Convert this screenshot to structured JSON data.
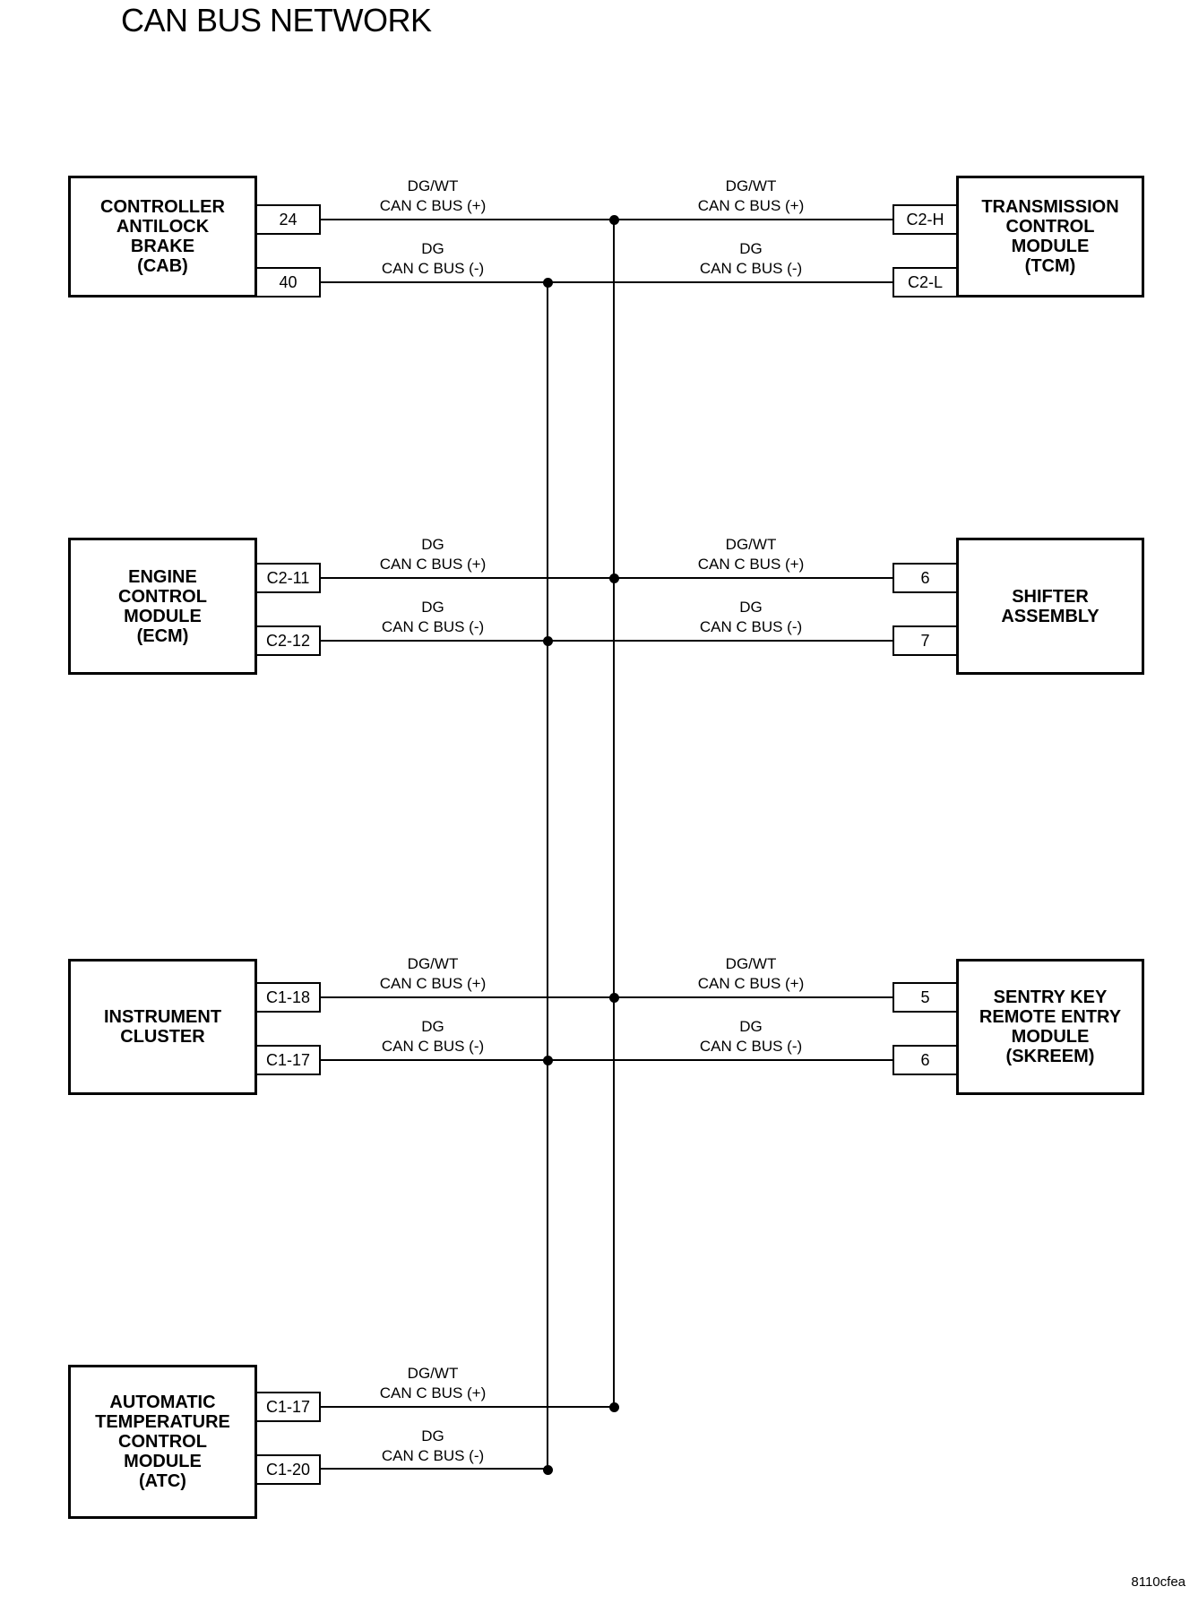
{
  "title": "CAN BUS NETWORK",
  "footer_code": "8110cfea",
  "colors": {
    "line": "#000000",
    "background": "#ffffff"
  },
  "bus": {
    "plus_name": "CAN C BUS (+)",
    "minus_name": "CAN C BUS (-)"
  },
  "modules": {
    "cab": {
      "name": "CONTROLLER\nANTILOCK\nBRAKE\n(CAB)",
      "pins": [
        "24",
        "40"
      ]
    },
    "tcm": {
      "name": "TRANSMISSION\nCONTROL\nMODULE\n(TCM)",
      "pins": [
        "C2-H",
        "C2-L"
      ]
    },
    "ecm": {
      "name": "ENGINE\nCONTROL\nMODULE\n(ECM)",
      "pins": [
        "C2-11",
        "C2-12"
      ]
    },
    "shifter": {
      "name": "SHIFTER\nASSEMBLY",
      "pins": [
        "6",
        "7"
      ]
    },
    "cluster": {
      "name": "INSTRUMENT\nCLUSTER",
      "pins": [
        "C1-18",
        "C1-17"
      ]
    },
    "skreem": {
      "name": "SENTRY KEY\nREMOTE ENTRY\nMODULE\n(SKREEM)",
      "pins": [
        "5",
        "6"
      ]
    },
    "atc": {
      "name": "AUTOMATIC\nTEMPERATURE\nCONTROL\nMODULE\n(ATC)",
      "pins": [
        "C1-17",
        "C1-20"
      ]
    }
  },
  "wire_labels": {
    "row1": {
      "left_plus": "DG/WT\nCAN C BUS (+)",
      "left_minus": "DG\nCAN C BUS (-)",
      "right_plus": "DG/WT\nCAN C BUS (+)",
      "right_minus": "DG\nCAN C BUS (-)"
    },
    "row2": {
      "left_plus": "DG\nCAN C BUS (+)",
      "left_minus": "DG\nCAN C BUS (-)",
      "right_plus": "DG/WT\nCAN C BUS (+)",
      "right_minus": "DG\nCAN C BUS (-)"
    },
    "row3": {
      "left_plus": "DG/WT\nCAN C BUS (+)",
      "left_minus": "DG\nCAN C BUS (-)",
      "right_plus": "DG/WT\nCAN C BUS (+)",
      "right_minus": "DG\nCAN C BUS (-)"
    },
    "row4": {
      "left_plus": "DG/WT\nCAN C BUS (+)",
      "left_minus": "DG\nCAN C BUS (-)"
    }
  }
}
